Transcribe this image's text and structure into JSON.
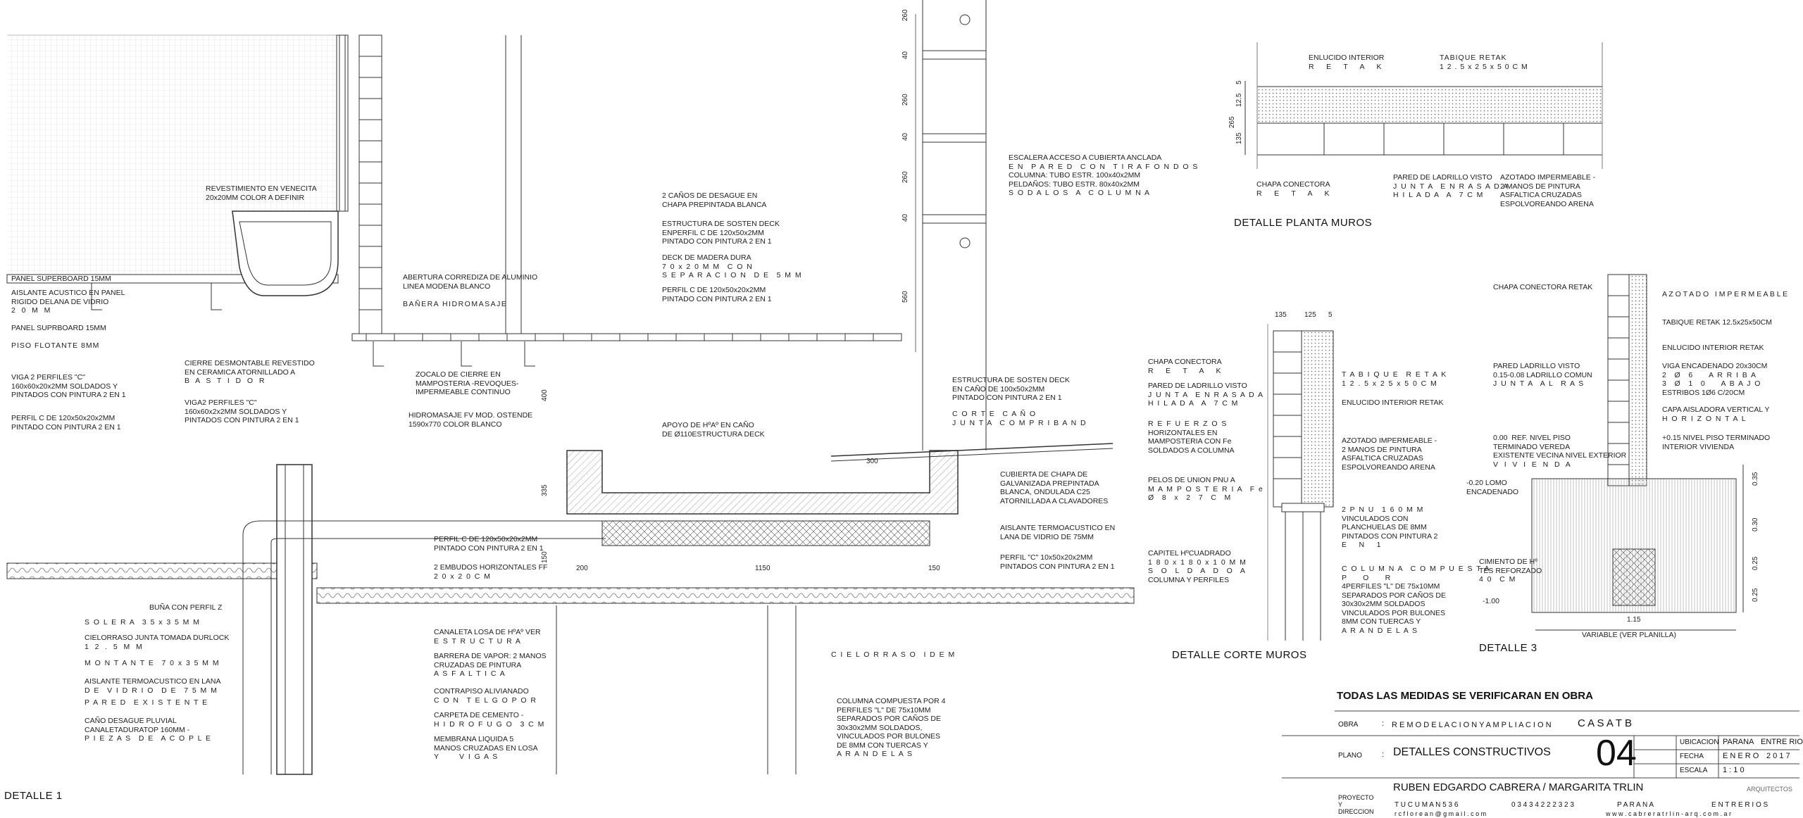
{
  "details": {
    "detalle1": "DETALLE 1",
    "planta_muros": "DETALLE  PLANTA MUROS",
    "corte_muros": "DETALLE  CORTE MUROS",
    "detalle3": "DETALLE 3"
  },
  "d1_left": {
    "revestimiento": "REVESTIMIENTO EN VENECITA\n20x20MM COLOR A DEFINIR",
    "panel_superboard_1": "PANEL SUPERBOARD 15MM",
    "aislante_acustico": "AISLANTE ACUSTICO EN PANEL\nRIGIDO DELANA DE VIDRIO\n2   0   M   M",
    "panel_superboard_2": "PANEL SUPRBOARD 15MM",
    "piso_flotante": "PISO FLOTANTE 8MM",
    "viga2_perfiles_left": "VIGA 2 PERFILES \"C\"\n160x60x20x2MM SOLDADOS Y\nPINTADOS CON PINTURA 2 EN 1",
    "perfil_c_left": "PERFIL C DE 120x50x20x2MM\nPINTADO CON PINTURA 2 EN 1",
    "cierre_desmontable": "CIERRE DESMONTABLE REVESTIDO\nEN CERAMICA ATORNILLADO A\nB   A   S   T   I   D   O   R",
    "viga2_perfiles_center": "VIGA2 PERFILES \"C\"\n160x60x2x2MM SOLDADOS Y\nPINTADOS CON PINTURA 2 EN 1",
    "abertura": "ABERTURA CORREDIZA DE ALUMINIO\nLINEA MODENA BLANCO",
    "banera": "BAÑERA HIDROMASAJE",
    "zocalo": "ZOCALO DE CIERRE EN\nMAMPOSTERIA -REVOQUES-\nIMPERMEABLE CONTINUO",
    "hidromasaje": "HIDROMASAJE FV MOD. OSTENDE\n1590x770 COLOR BLANCO",
    "buna": "BUÑA CON PERFIL Z",
    "solera": "S  O  L  E  R  A    3  5  x  3  5  M  M",
    "cielorraso_durlock": "CIELORRASO JUNTA TOMADA DURLOCK\n1   2   .   5   M   M",
    "montante": "M  O  N  T  A  N  T  E    7  0  x  3  5  M  M",
    "aislante_termo_left": "AISLANTE TERMOACUSTICO EN LANA\nD  E    V  I  D  R  I  O    D  E    7  5  M  M",
    "pared_existente": "P  A  R  E  D    E  X  I  S  T  E  N  T  E",
    "cano_desague": "CAÑO DESAGUE PLUVIAL\nCANALETADURATOP 160MM -\nP  I  E  Z  A  S    D  E    A  C  O  P  L  E"
  },
  "d1_center": {
    "canos_desague": "2 CAÑOS DE DESAGUE EN\nCHAPA PREPINTADA BLANCA",
    "estructura_deck": "ESTRUCTURA DE SOSTEN DECK\nENPERFIL C DE 120x50x2MM\nPINTADO CON PINTURA 2 EN 1",
    "deck_madera": "DECK DE MADERA DURA\n7  0  x  2  0  M  M    C  O  N\nS  E  P  A  R  A  C  I  O  N    D  E    5  M  M",
    "perfil_c_center": "PERFIL C DE 120x50x20x2MM\nPINTADO CON PINTURA 2 EN 1",
    "apoyo": "APOYO DE HºAº EN CAÑO\nDE Ø110ESTRUCTURA DECK",
    "perfil_c_lower": "PERFIL C DE 120x50x20x2MM\nPINTADO CON PINTURA 2 EN 1",
    "embudos": "2 EMBUDOS HORIZONTALES FF\n2  0  x  2  0  C  M",
    "canaleta_losa": "CANALETA LOSA DE HºAº VER\nE  S  T  R  U  C  T  U  R  A",
    "barrera_vapor": "BARRERA DE VAPOR: 2 MANOS\nCRUZADAS DE PINTURA\nA  S  F  A  L  T  I  C  A",
    "contrapiso": "CONTRAPISO ALIVIANADO\nC  O  N    T  E  L  G  O  P  O  R",
    "carpeta": "CARPETA DE CEMENTO -\nH  I  D  R  O  F  U  G  O    3  C  M",
    "membrana": "MEMBRANA LIQUIDA 5\nMANOS CRUZADAS EN LOSA\nY          V  I  G  A  S",
    "cielorraso_idem": "C  I  E  L  O  R  R  A  S  O    I  D  E  M",
    "columna_compuesta": "COLUMNA COMPUESTA POR 4\nPERFILES \"L\" DE 75x10MM\nSEPARADOS POR CAÑOS DE\n30x30x2MM SOLDADOS,\nVINCULADOS POR BULONES\nDE 8MM CON TUERCAS Y\nA  R  A  N  D  E  L  A  S"
  },
  "d1_right": {
    "escalera": "ESCALERA ACCESO A CUBIERTA ANCLADA\nE  N    P  A  R  E  D    C  O  N    T  I  R  A  F  O  N  D  O  S\nCOLUMNA: TUBO ESTR. 100x40x2MM\nPELDAÑOS: TUBO ESTR. 80x40x2MM\nS  O  D  A  L  O  S    A    C  O  L  U  M  N  A",
    "estructura_sosten": "ESTRUCTURA DE SOSTEN DECK\nEN CAÑO DE 100x50x2MM\nPINTADO CON PINTURA 2 EN 1",
    "corte_cano": "C  O  R  T  E    C  A  Ñ  O\nJ  U  N  T  A    C  O  M  P  R  I  B  A  N  D",
    "cubierta_chapa": "CUBIERTA DE CHAPA DE\nGALVANIZADA PREPINTADA\nBLANCA, ONDULADA C25\nATORNILLADA A CLAVADORES",
    "aislante_termo_right": "AISLANTE TERMOACUSTICO EN\nLANA DE VIDRIO DE 75MM",
    "perfil_c_right": "PERFIL \"C\" 10x50x20x2MM\nPINTADOS CON PINTURA 2 EN 1"
  },
  "dims": {
    "stair": [
      "260",
      "40",
      "260",
      "40",
      "260",
      "40",
      "560"
    ],
    "d1_400": "400",
    "d1_335": "335",
    "d1_300": "300",
    "d1_150v": "150",
    "d1_200": "200",
    "d1_1150": "1150",
    "d1_150h": "150",
    "pm_5": "5",
    "pm_125": "12.5",
    "pm_265": "265",
    "pm_135": "135",
    "cm_135": "135",
    "cm_125": "125",
    "cm_5": "5",
    "d3": [
      "0.35",
      "0.30",
      "0.25",
      "0.25"
    ],
    "d3_width": "1.15"
  },
  "planta_muros": {
    "enlucido": "ENLUCIDO INTERIOR\nR      E      T      A      K",
    "tabique": "TABIQUE RETAK\n1 2 . 5 x 2 5 x 5 0 C M",
    "chapa": "CHAPA CONECTORA\nR      E      T      A      K",
    "pared": "PARED DE LADRILLO VISTO\nJ  U  N  T  A    E  N  R  A  S  A  D  A\nH  I  L  A  D  A    A    7  C  M",
    "azotado": "AZOTADO IMPERMEABLE -\n2 MANOS DE PINTURA\nASFALTICA CRUZADAS\nESPOLVOREANDO ARENA"
  },
  "corte_muros": {
    "chapa": "CHAPA CONECTORA\nR      E      T      A      K",
    "pared": "PARED DE LADRILLO VISTO\nJ  U  N  T  A    E  N  R  A  S  A  D  A\nH  I  L  A  D  A    A    7  C  M",
    "refuerzos": "R  E  F  U  E  R  Z  O  S\nHORIZONTALES EN\nMAMPOSTERIA CON Fe\nSOLDADOS A COLUMNA",
    "pelos": "PELOS DE UNION PNU A\nM  A  M  P  O  S  T  E  R  I  A    F  e\nØ    8    x    2    7    C    M",
    "capitel": "CAPITEL HºCUADRADO\n1  8  0  x  1  8  0  x  1  0  M  M\nS    O    L    D    A    D    O    A\nCOLUMNA Y PERFILES",
    "tabique": "T  A  B  I  Q  U  E    R  E  T  A  K\n1  2  .  5  x  2  5  x  5  0  C  M",
    "enlucido": "ENLUCIDO INTERIOR RETAK",
    "azotado": "AZOTADO IMPERMEABLE -\n2 MANOS DE PINTURA\nASFALTICA CRUZADAS\nESPOLVOREANDO ARENA",
    "pnu": "2  P  N  U    1  6  0  M  M\nVINCULADOS CON\nPLANCHUELAS DE 8MM\nPINTADOS CON PINTURA 2\nE      N      1",
    "columna": "C  O  L  U  M  N  A    C  O  M  P  U  E  S  T  A\nP        O        R\n4PERFILES \"L\" DE 75x10MM\nSEPARADOS POR CAÑOS DE\n30x30x2MM SOLDADOS\nVINCULADOS POR BULONES\n8MM CON TUERCAS Y\nA  R  A  N  D  E  L  A  S"
  },
  "detalle3": {
    "chapa": "CHAPA CONECTORA RETAK",
    "azotado": "A Z O T A D O   I M P E R M E A B L E",
    "tabique": "TABIQUE RETAK 12.5x25x50CM",
    "enlucido": "ENLUCIDO INTERIOR RETAK",
    "pared": "PARED LADRILLO VISTO\n0.15-0.08 LADRILLO COMUN\nJ  U  N  T  A    A  L    R  A  S",
    "viga": "VIGA ENCADENADO 20x30CM\n2    Ø    6        A  R  R  I  B  A\n3    Ø    1    0        A  B  A  J  O\nESTRIBOS 1Ø6 C/20CM",
    "capa": "CAPA AISLADORA VERTICAL Y\nH  O  R  I  Z  O  N  T  A  L",
    "nivel_000": "0.00  REF. NIVEL PISO\nTERMINADO VEREDA\nEXISTENTE VECINA NIVEL EXTERIOR\nV   I   V   I   E   N   D   A",
    "nivel_015": "+0.15 NIVEL PISO TERMINADO\nINTERIOR VIVIENDA",
    "lomo": "-0.20 LOMO\nENCADENADO",
    "cimiento": "CIMIENTO DE Hº\nTES REFORZADO\n4  0    C  M",
    "nivel_100": "-1.00",
    "variable": "VARIABLE (VER PLANILLA)"
  },
  "title_block": {
    "note": "TODAS LAS MEDIDAS SE VERIFICARAN EN OBRA",
    "obra_label": "OBRA",
    "colon": ":",
    "obra_value": "R E M O D E L A C I O N   Y   A M P L I A C I O N",
    "obra_name": "C A S A   T B",
    "plano_label": "PLANO",
    "plano_value": "DETALLES  CONSTRUCTIVOS",
    "sheet_number": "04",
    "ubicacion_label": "UBICACION",
    "ubicacion_city": "PARANA",
    "ubicacion_province": "ENTRE RIOS",
    "fecha_label": "FECHA",
    "fecha_month": "E N E R O",
    "fecha_year": "2 0 1 7",
    "escala_label": "ESCALA",
    "escala_value": "1 : 1 0",
    "authors": "RUBEN  EDGARDO  CABRERA  /  MARGARITA  TRLIN",
    "arquitectos": "ARQUITECTOS",
    "proyecto_label": "PROYECTO\nY\nDIRECCION",
    "address": "T U C U M A N   5 3 6",
    "phone": "0 3 4 3   4 2 2 2 3 2 3",
    "city": "P A R A N A",
    "province": "E N T R E   R I O S",
    "email": "r c f l o r e a n @ g m a i l . c o m",
    "web": "w w w . c a b r e r a t r l i n - a r q . c o m . a r"
  }
}
